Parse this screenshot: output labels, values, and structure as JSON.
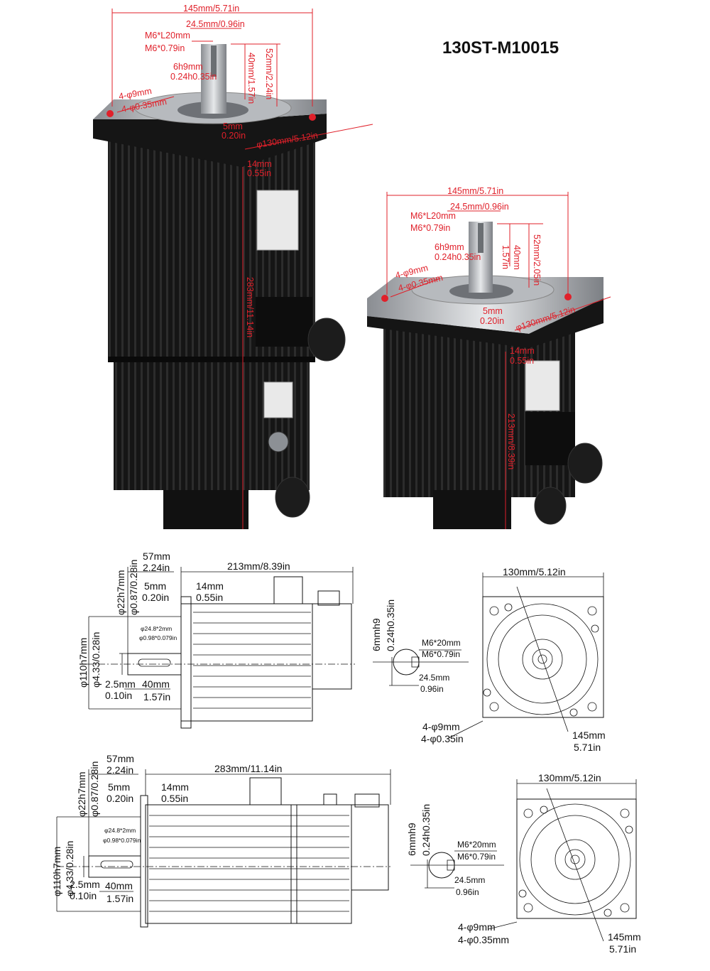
{
  "title": "130ST-M10015",
  "photo_large": {
    "width_total": "145mm/5.71in",
    "shaft_key": "24.5mm/0.96in",
    "thread_mm": "M6*L20mm",
    "thread_in": "M6*0.79in",
    "shaft_len": "52mm/2.24in",
    "key_len": "40mm/1.57in",
    "shaft_dia_mm": "6h9mm",
    "shaft_dia_in": "0.24h0.35in",
    "hole_mm": "4-φ9mm",
    "hole_in": "4-φ0.35mm",
    "step_mm": "5mm",
    "step_in": "0.20in",
    "flange_dia": "φ130mm/5.12in",
    "flange_thk_mm": "14mm",
    "flange_thk_in": "0.55in",
    "body_len": "283mm/11.14in"
  },
  "photo_small": {
    "width_total": "145mm/5.71in",
    "shaft_key": "24.5mm/0.96in",
    "thread_mm": "M6*L20mm",
    "thread_in": "M6*0.79in",
    "shaft_len": "52mm/2.05in",
    "key_len_mm": "40mm",
    "key_len_in": "1.57in",
    "shaft_dia_mm": "6h9mm",
    "shaft_dia_in": "0.24h0.35in",
    "hole_mm": "4-φ9mm",
    "hole_in": "4-φ0.35mm",
    "step_mm": "5mm",
    "step_in": "0.20in",
    "flange_dia": "φ130mm/5.12in",
    "flange_thk_mm": "14mm",
    "flange_thk_in": "0.55in",
    "body_len": "213mm/8.39in"
  },
  "drawing_short": {
    "shaft_len_mm": "57mm",
    "shaft_len_in": "2.24in",
    "body_len": "213mm/8.39in",
    "shaft_dia_mm": "φ22h7mm",
    "shaft_dia_in": "φ0.87/0.28in",
    "step_mm": "5mm",
    "step_in": "0.20in",
    "flange_thk_mm": "14mm",
    "flange_thk_in": "0.55in",
    "boss_mm": "φ24.8*2mm",
    "boss_in": "φ0.98*0.079in",
    "pilot_mm": "φ110h7mm",
    "pilot_in": "φ4.33/0.28in",
    "offset_mm": "2.5mm",
    "offset_in": "0.10in",
    "key_mm": "40mm",
    "key_in": "1.57in",
    "keyway_mm": "6mmh9",
    "keyway_in": "0.24h0.35in",
    "thread_mm": "M6*20mm",
    "thread_in": "M6*0.79in",
    "key_dim_mm": "24.5mm",
    "key_dim_in": "0.96in",
    "flange_w": "130mm/5.12in",
    "hole_mm": "4-φ9mm",
    "hole_in": "4-φ0.35in",
    "diag_mm": "145mm",
    "diag_in": "5.71in"
  },
  "drawing_long": {
    "shaft_len_mm": "57mm",
    "shaft_len_in": "2.24in",
    "body_len": "283mm/11.14in",
    "shaft_dia_mm": "φ22h7mm",
    "shaft_dia_in": "φ0.87/0.28in",
    "step_mm": "5mm",
    "step_in": "0.20in",
    "flange_thk_mm": "14mm",
    "flange_thk_in": "0.55in",
    "boss_mm": "φ24.8*2mm",
    "boss_in": "φ0.98*0.079in",
    "pilot_mm": "φ110h7mm",
    "pilot_in": "φ4.33/0.28in",
    "offset_mm": "2.5mm",
    "offset_in": "0.10in",
    "key_mm": "40mm",
    "key_in": "1.57in",
    "keyway_mm": "6mmh9",
    "keyway_in": "0.24h0.35in",
    "thread_mm": "M6*20mm",
    "thread_in": "M6*0.79in",
    "key_dim_mm": "24.5mm",
    "key_dim_in": "0.96in",
    "flange_w": "130mm/5.12in",
    "hole_mm": "4-φ9mm",
    "hole_in": "4-φ0.35mm",
    "diag_mm": "145mm",
    "diag_in": "5.71in"
  },
  "colors": {
    "dimension_red": "#e0202a",
    "motor_black": "#161616",
    "flange_silver": "#c9ccd0",
    "line_black": "#111111"
  }
}
